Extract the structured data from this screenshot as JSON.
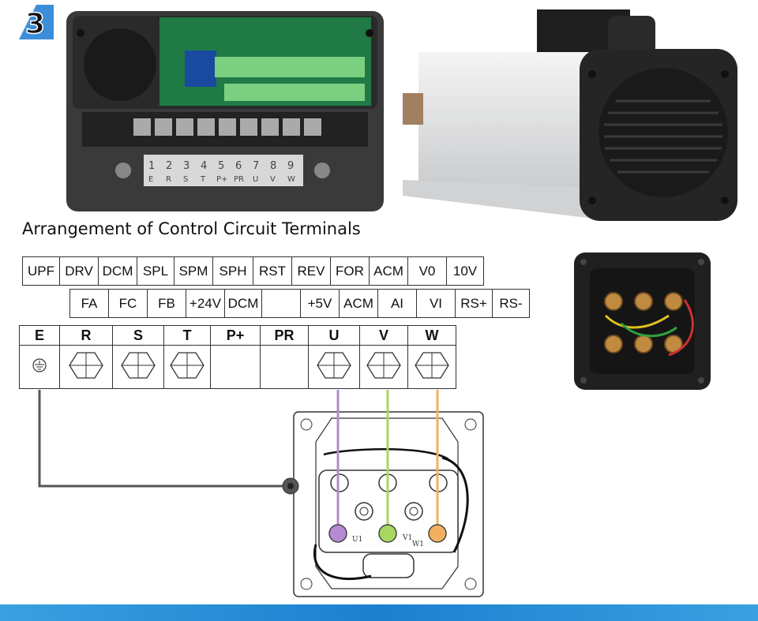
{
  "badge": {
    "number": "3"
  },
  "photos": {
    "controller_terminals": {
      "strip_numbers": [
        "1",
        "2",
        "3",
        "4",
        "5",
        "6",
        "7",
        "8",
        "9"
      ],
      "strip_labels": [
        "E",
        "R",
        "S",
        "T",
        "P+",
        "PR",
        "U",
        "V",
        "W"
      ]
    },
    "spindle_motor": {},
    "motor_terminal_box": {}
  },
  "heading": "Arrangement of Control Circuit Terminals",
  "control_terminals": {
    "row1": [
      "UPF",
      "DRV",
      "DCM",
      "SPL",
      "SPM",
      "SPH",
      "RST",
      "REV",
      "FOR",
      "ACM",
      "V0",
      "10V"
    ],
    "row2": [
      "FA",
      "FC",
      "FB",
      "+24V",
      "DCM",
      "",
      "+5V",
      "ACM",
      "AI",
      "VI",
      "RS+",
      "RS-"
    ]
  },
  "power_terminals": [
    "E",
    "R",
    "S",
    "T",
    "P+",
    "PR",
    "U",
    "V",
    "W"
  ],
  "power_symbols": [
    "ground-icon",
    "hex-terminal-icon",
    "hex-terminal-icon",
    "hex-terminal-icon",
    "",
    "",
    "hex-terminal-icon",
    "hex-terminal-icon",
    "hex-terminal-icon"
  ],
  "motor_terminal_labels": {
    "u": "U1",
    "v": "V1",
    "w": "W1"
  },
  "wire_colors": {
    "U": "#b48ad0",
    "V": "#a8d860",
    "W": "#f4b060",
    "E": "#555555"
  }
}
